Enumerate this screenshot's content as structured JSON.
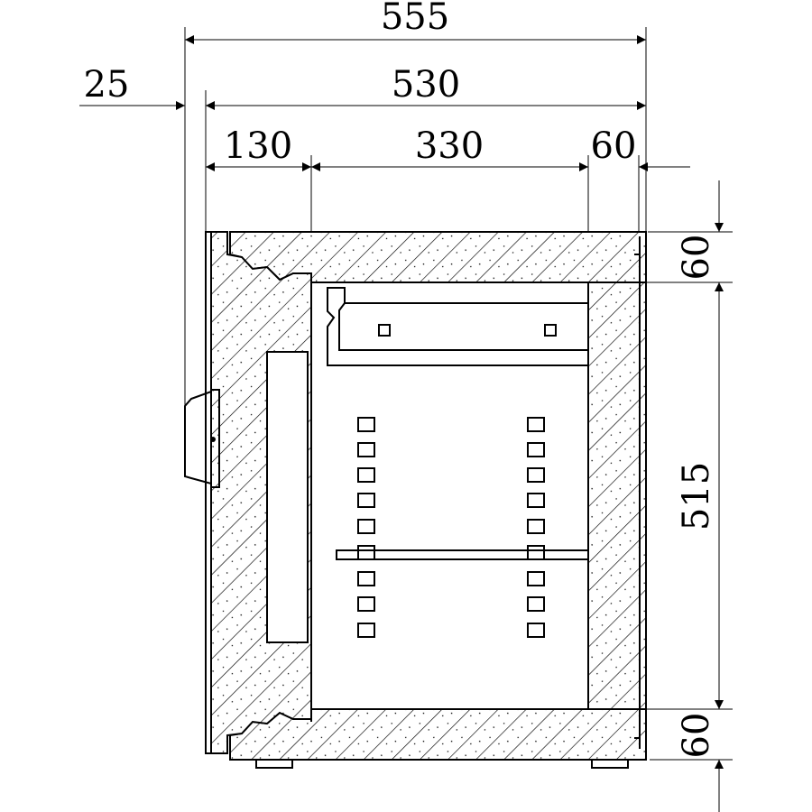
{
  "dimensions": {
    "overall_width": "555",
    "door_thickness": "25",
    "body_width": "530",
    "door_depth": "130",
    "inner_width": "330",
    "back_wall": "60",
    "top_wall": "60",
    "inner_height": "515",
    "bottom_wall": "60"
  }
}
